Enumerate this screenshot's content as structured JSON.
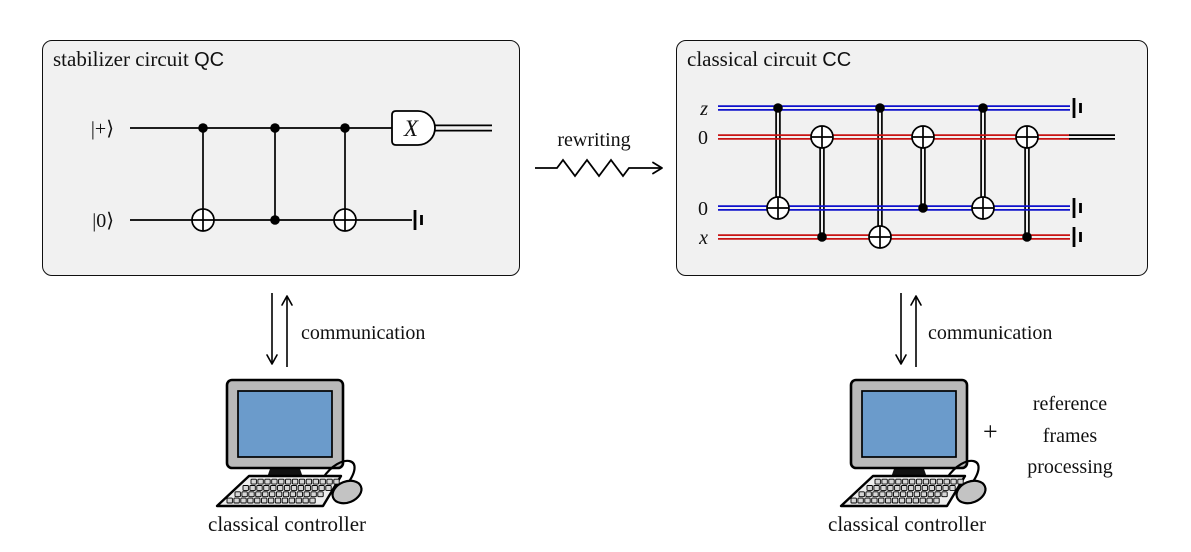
{
  "colors": {
    "box_fill": "#f1f1f1",
    "box_border": "#101010",
    "wire_blue": "#0f12cc",
    "wire_red": "#c81414",
    "monitor_gray": "#b9b9b9",
    "screen_blue": "#6b9bcb",
    "key_gray": "#d6d6d6",
    "mouse_gray": "#c3c3c3"
  },
  "left_box": {
    "title_main": "stabilizer circuit ",
    "title_suffix": "QC"
  },
  "left_circuit": {
    "wires": [
      {
        "label": "|+⟩"
      },
      {
        "label": "|0⟩"
      }
    ],
    "gates": [
      {
        "type": "cnot",
        "control": 0,
        "target": 1
      },
      {
        "type": "cz",
        "control": 0,
        "target": 1
      },
      {
        "type": "cnot",
        "control": 0,
        "target": 1
      }
    ],
    "measurement": {
      "basis": "X",
      "wire": 0
    },
    "discard_wire": 1
  },
  "rewriting_label": "rewriting",
  "right_box": {
    "title_main": "classical circuit ",
    "title_suffix": "CC"
  },
  "right_circuit": {
    "wires": [
      {
        "label": "z",
        "color": "blue",
        "end": "discard"
      },
      {
        "label": "0",
        "color": "red",
        "end": "output"
      },
      {
        "label": "0",
        "color": "blue",
        "end": "discard"
      },
      {
        "label": "x",
        "color": "red",
        "end": "discard"
      }
    ],
    "gates": [
      {
        "type": "cnot",
        "control": 0,
        "target": 2
      },
      {
        "type": "cnot",
        "control": 3,
        "target": 1
      },
      {
        "type": "cnot",
        "control": 0,
        "target": 3
      },
      {
        "type": "cnot",
        "control": 2,
        "target": 1
      },
      {
        "type": "cnot",
        "control": 0,
        "target": 2
      },
      {
        "type": "cnot",
        "control": 3,
        "target": 1
      }
    ]
  },
  "left_controller": {
    "communication_label": "communication",
    "caption": "classical controller"
  },
  "right_controller": {
    "communication_label": "communication",
    "caption": "classical controller",
    "plus_sign": "+",
    "annotation_lines": [
      "reference",
      "frames",
      "processing"
    ]
  }
}
